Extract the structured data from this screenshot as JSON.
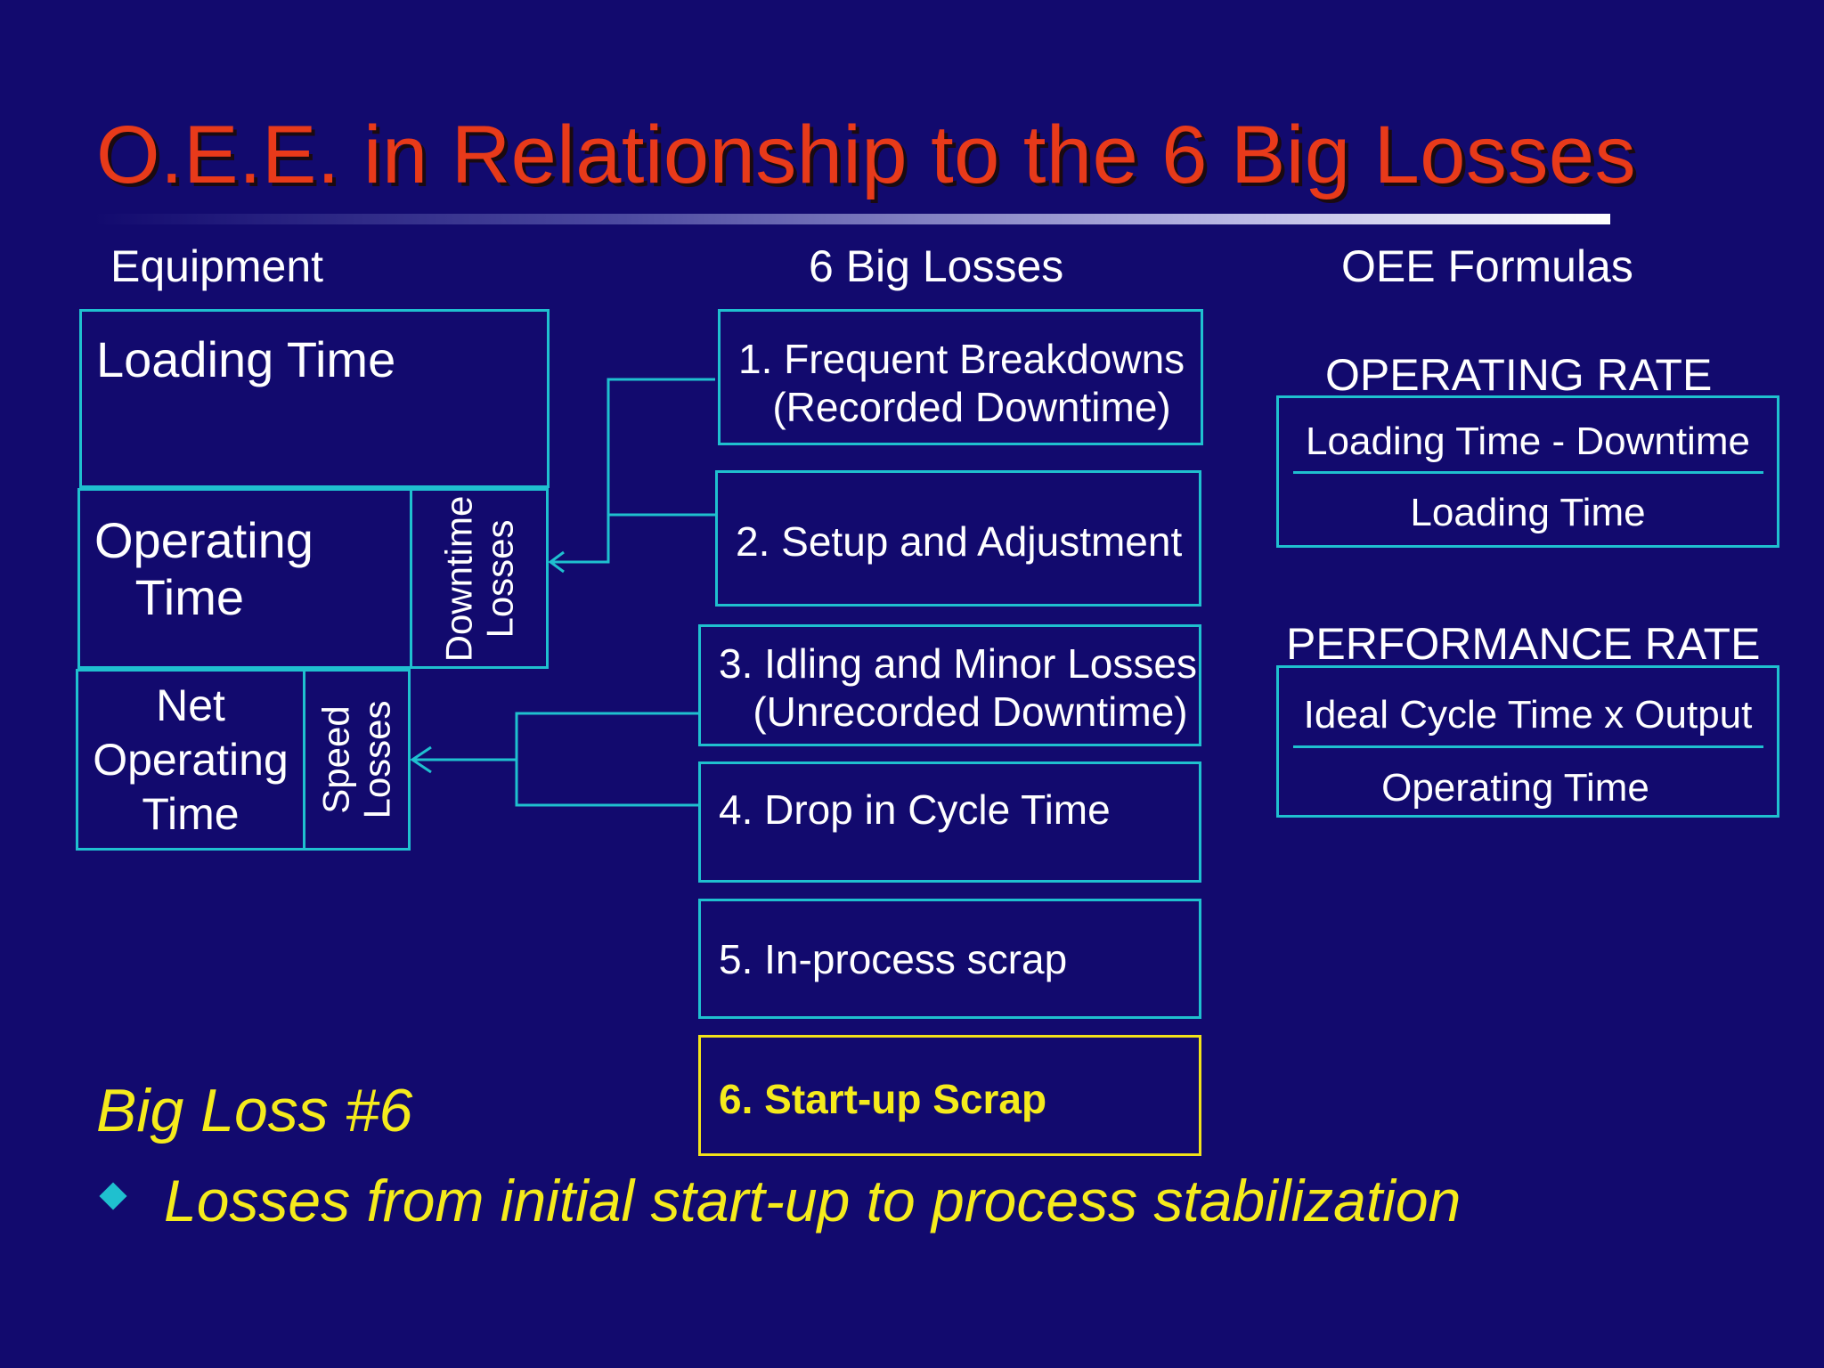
{
  "slide": {
    "title": "O.E.E. in Relationship to the 6 Big Losses"
  },
  "columns": {
    "equipment": "Equipment",
    "losses": "6 Big Losses",
    "formulas": "OEE Formulas"
  },
  "equipment": {
    "loading_time": "Loading Time",
    "operating_time": "Operating\n   Time",
    "downtime_losses": "Downtime\nLosses",
    "net_operating_time": "Net\nOperating\nTime",
    "speed_losses": "Speed\nLosses"
  },
  "losses": [
    {
      "label": "1. Frequent Breakdowns\n   (Recorded Downtime)"
    },
    {
      "label": "2. Setup and Adjustment"
    },
    {
      "label": "3. Idling and Minor Losses\n   (Unrecorded Downtime)"
    },
    {
      "label": "4. Drop in Cycle Time"
    },
    {
      "label": "5. In-process scrap"
    },
    {
      "label": "6. Start-up Scrap"
    }
  ],
  "formulas": {
    "operating_rate": {
      "title": "OPERATING RATE",
      "numerator": "Loading Time - Downtime",
      "denominator": "Loading Time"
    },
    "performance_rate": {
      "title": "PERFORMANCE RATE",
      "numerator": "Ideal Cycle Time x Output",
      "denominator": "Operating Time"
    }
  },
  "footer": {
    "heading": "Big Loss #6",
    "bullet": "Losses from initial start-up to process stabilization"
  },
  "colors": {
    "background": "#120a6e",
    "title": "#e83a1a",
    "box_border": "#1fc0cf",
    "highlight": "#f5eb1c"
  }
}
